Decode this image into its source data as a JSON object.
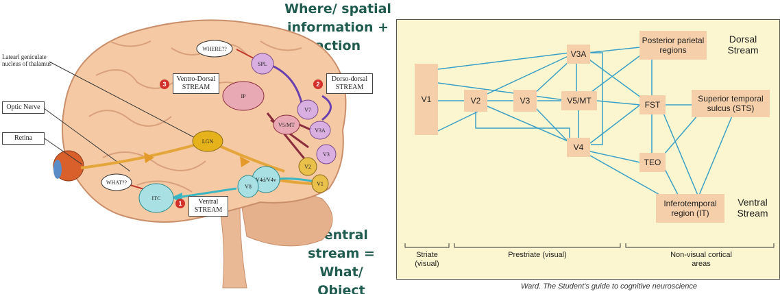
{
  "heading_top": "Where/ spatial information + action",
  "heading_bottom": "Ventral stream = What/ Object",
  "left_figure": {
    "side_labels": {
      "lgn": "Latearl geniculate nucleus of thalamus",
      "optic_nerve": "Optic Nerve",
      "retina": "Retina"
    },
    "stream_boxes": {
      "ventro_dorsal": "Ventro-Dorsal STREAM",
      "dorso_dorsal": "Dorso-dorsal STREAM",
      "ventral": "Ventral STREAM"
    },
    "badges": {
      "one": "1",
      "two": "2",
      "three": "3"
    },
    "areas": {
      "where": "WHERE??",
      "what": "WHAT??",
      "spl": "SPL",
      "ip": "IP",
      "v7": "V7",
      "v5mt": "V5/MT",
      "v3a": "V3A",
      "v3": "V3",
      "v2": "V2",
      "v1": "V1",
      "lgn": "LGN",
      "v4dv4v": "V4d/V4v",
      "v8": "V8",
      "itc": "ITC"
    },
    "colors": {
      "brain": "#f4c9a3",
      "brain_edge": "#c98e6a",
      "cerebellum": "#e5b08c",
      "dorsal_arrow": "#8a2d3c",
      "dorso_arrow": "#6a3fb0",
      "ventral_arrow": "#3ab6c3",
      "lgn_path": "#e4a63b",
      "badge": "#d2302b"
    }
  },
  "right_figure": {
    "nodes": {
      "v1": "V1",
      "v2": "V2",
      "v3": "V3",
      "v3a": "V3A",
      "v5mt": "V5/MT",
      "v4": "V4",
      "ppr": "Posterior parietal regions",
      "fst": "FST",
      "sts": "Superior temporal sulcus (STS)",
      "teo": "TEO",
      "it": "Inferotemporal region (IT)"
    },
    "stream_labels": {
      "dorsal": "Dorsal Stream",
      "ventral": "Ventral Stream"
    },
    "regions": {
      "striate": "Striate (visual)",
      "prestriate": "Prestriate (visual)",
      "nonvisual": "Non-visual cortical areas"
    },
    "colors": {
      "panel": "#fbf6cf",
      "node": "#f5cfa9",
      "line": "#3a9fc8"
    }
  },
  "citation": "Ward. The Student’s guide to cognitive neuroscience"
}
